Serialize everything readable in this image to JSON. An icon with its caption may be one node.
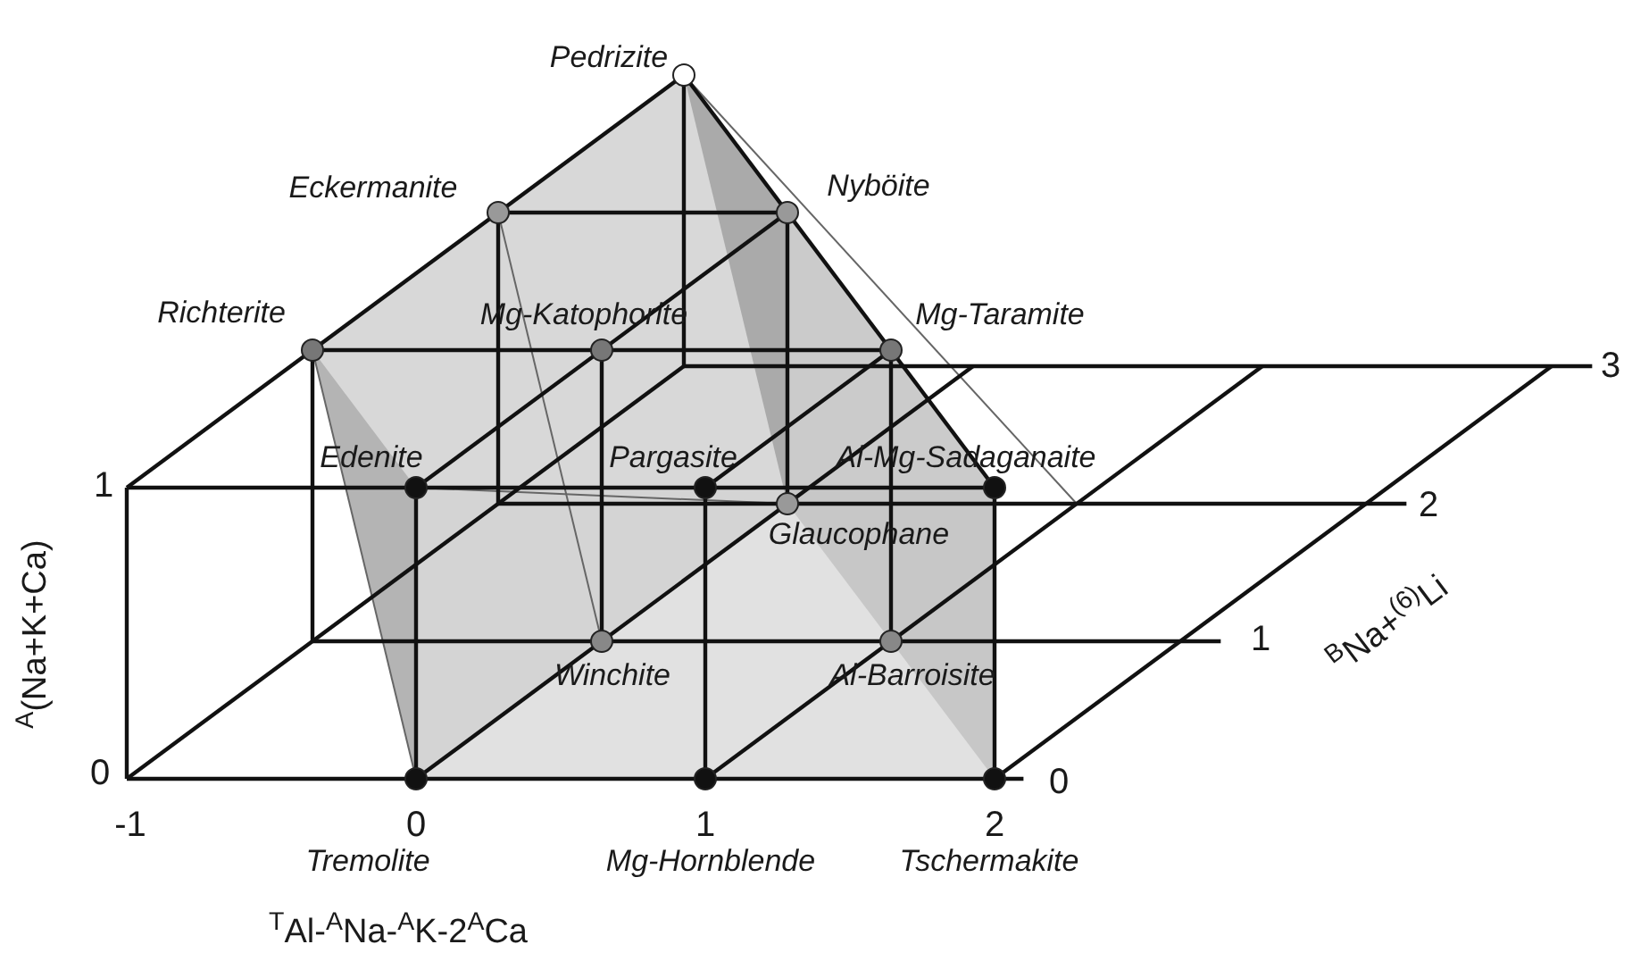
{
  "diagram": {
    "labels": [
      "Pedrizite",
      "Eckermanite",
      "Nyböite",
      "Richterite",
      "Mg-Katophorite",
      "Mg-Taramite",
      "3",
      "1",
      "Edenite",
      "Pargasite",
      "Al-Mg-Sadaganaite",
      "Glaucophane",
      "2",
      "$^{A}$(Na+K+Ca)",
      "$^{B}$Na+$^{(6)}$Li",
      "Winchite",
      "Al-Barroisite",
      "1",
      "0",
      "0",
      "-1",
      "0",
      "1",
      "2",
      "Tremolite",
      "Mg-Hornblende",
      "Tschermakite",
      "$^{T}$Al-$^{A}$Na-$^{A}$K-2$^{A}$Ca"
    ]
  }
}
